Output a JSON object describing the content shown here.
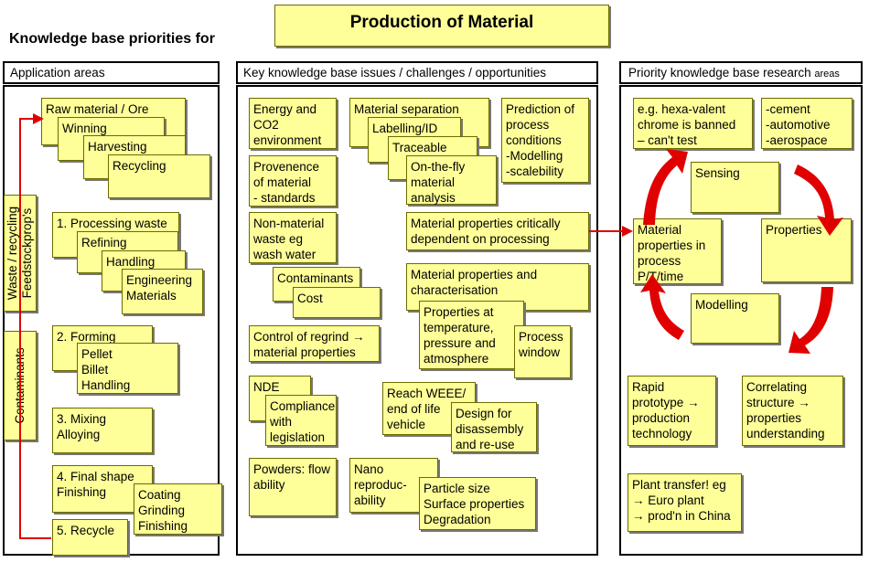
{
  "header": {
    "prefix": "Knowledge base priorities for",
    "title": "Production of Material"
  },
  "panels": {
    "left": "Application areas",
    "middle": "Key knowledge base issues / challenges / opportunities",
    "right_main": "Priority knowledge base research ",
    "right_small": "areas"
  },
  "left": {
    "waste_label": "Waste / recycling\nFeedstockprop's",
    "contaminants_label": "Contaminants",
    "raw": "Raw material / Ore",
    "winning": "Winning",
    "harvesting": "Harvesting",
    "recycling": "Recycling",
    "processing_waste": "1. Processing waste",
    "refining": "Refining",
    "handling": "Handling",
    "engineering": "Engineering\nMaterials",
    "forming": "2. Forming",
    "pellet": "Pellet\nBillet\nHandling",
    "mixing": "3. Mixing\nAlloying",
    "final_shape": "4. Final shape\nFinishing",
    "coating": "Coating\nGrinding\nFinishing",
    "recycle": "5. Recycle"
  },
  "middle": {
    "energy": "Energy and\nCO2\nenvironment",
    "separation": "Material separation",
    "labelling": "Labelling/ID",
    "traceable": "Traceable",
    "onthefly": "On-the-fly\nmaterial\nanalysis",
    "prediction": "Prediction of\nprocess\nconditions\n-Modelling\n-scalebility",
    "provenence": "Provenence\nof material\n- standards",
    "nonmaterial": "Non-material\nwaste eg\nwash water",
    "critically": "Material properties critically\ndependent on processing",
    "contaminants": "Contaminants",
    "cost": "Cost",
    "characterisation": "Material properties and\ncharacterisation",
    "properties_at": "Properties at\ntemperature,\npressure  and\natmosphere",
    "process_window": "Process\nwindow",
    "regrind": "Control of regrind →\nmaterial properties",
    "nde": "NDE",
    "compliance": "Compliance\nwith\nlegislation",
    "reach": "Reach WEEE/\nend of life\nvehicle",
    "design": "Design for\ndisassembly\nand re-use",
    "powders": "Powders: flow\nability",
    "nano": "Nano\nreproduc-\nability",
    "particle": "Particle size\nSurface properties\nDegradation"
  },
  "right": {
    "hexa": "e.g. hexa-valent\nchrome is banned\n– can't test",
    "sectors": "-cement\n-automotive\n-aerospace",
    "sensing": "Sensing",
    "mat_props": "Material\nproperties in\nprocess\nP/T/time",
    "properties": "Properties",
    "modelling": "Modelling",
    "rapid": "Rapid\nprototype →\nproduction\ntechnology",
    "correlating": "Correlating\nstructure →\nproperties\nunderstanding",
    "plant": "Plant transfer! eg\n→ Euro plant\n→ prod'n in China"
  },
  "colors": {
    "note_fill": "#ffff99",
    "arrow_red": "#e00000"
  }
}
